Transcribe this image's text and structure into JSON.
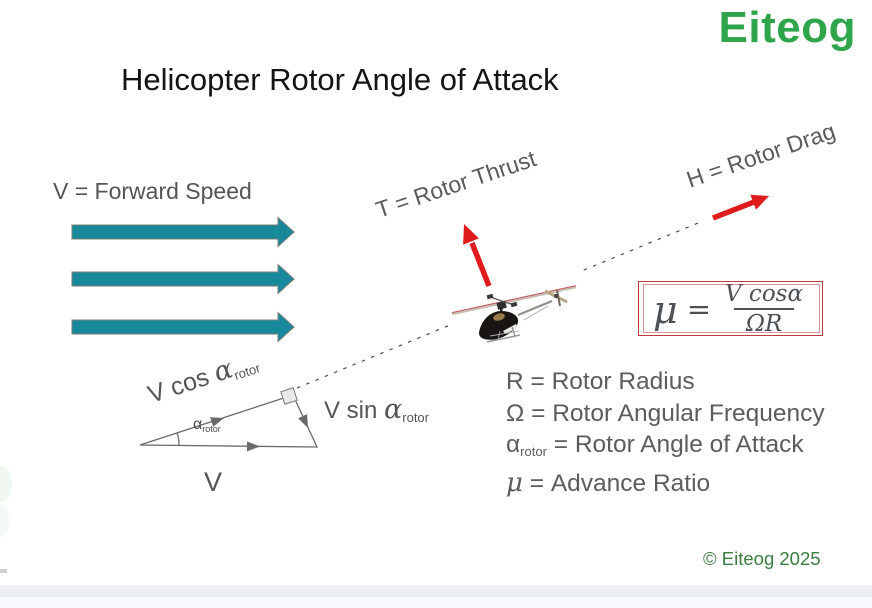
{
  "header": {
    "title": "Helicopter Rotor Angle of Attack"
  },
  "brand": {
    "logo_text": "Eiteog",
    "copyright_text": "© Eiteog 2025"
  },
  "diagram": {
    "forward_speed_label": "V = Forward Speed",
    "thrust_label": "T = Rotor Thrust",
    "drag_label": "H = Rotor Drag"
  },
  "triangle": {
    "v_cos_prefix": "V cos ",
    "v_sin_prefix": "V sin ",
    "alpha_symbol": "α",
    "alpha_subscript": "rotor",
    "v_label": "V"
  },
  "formula": {
    "mu": "μ",
    "equals": "=",
    "numerator": "V cosα",
    "denominator": "ΩR"
  },
  "definitions": {
    "r_line": "R = Rotor Radius",
    "omega_line": "Ω = Rotor Angular Frequency",
    "alpha_symbol": "α",
    "alpha_subscript": "rotor",
    "alpha_rest": " = Rotor Angle of Attack",
    "mu_symbol": "μ",
    "mu_rest": " = Advance Ratio"
  },
  "colors": {
    "teal_arrow": "#17899b",
    "teal_arrow_outline": "#7c7c7c",
    "red_arrow": "#e01b1b",
    "logo_green": "#2fa54b",
    "copyright_green": "#3a7d3e",
    "formula_border_red": "#c03a3a",
    "formula_text": "#4c5156",
    "text_gray": "#595959",
    "footer_band_1": "#edeff6",
    "footer_band_2": "#f7f9fc"
  }
}
